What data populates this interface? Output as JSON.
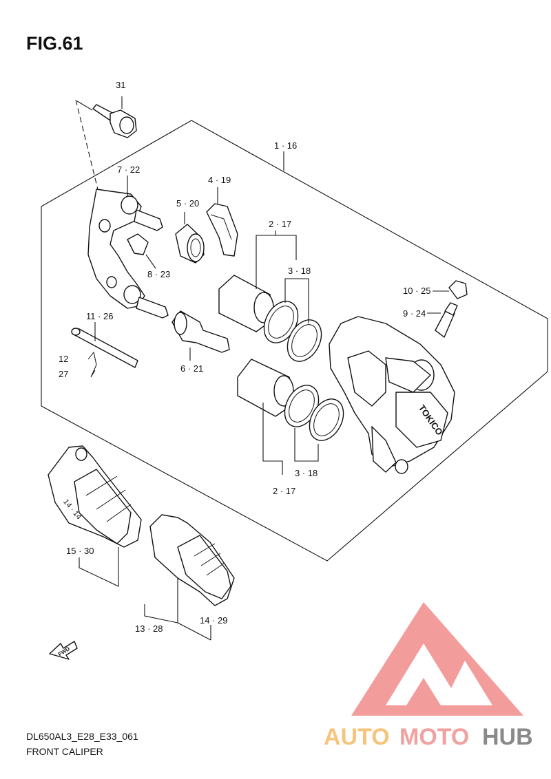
{
  "figure": {
    "title": "FIG.61",
    "model_code": "DL650AL3_E28_E33_061",
    "name": "FRONT CALIPER"
  },
  "callouts": {
    "c31": "31",
    "c1_16": "1 · 16",
    "c7_22": "7 · 22",
    "c4_19": "4 · 19",
    "c5_20": "5 · 20",
    "c2_17_top": "2 · 17",
    "c3_18_top": "3 · 18",
    "c8_23": "8 · 23",
    "c10_25": "10 · 25",
    "c9_24": "9 · 24",
    "c11_26": "11 · 26",
    "c12": "12",
    "c27": "27",
    "c6_21": "6 · 21",
    "c3_18_bot": "3 · 18",
    "c2_17_bot": "2 · 17",
    "c14_14": "14 · 14",
    "c15_30": "15 · 30",
    "c14_29": "14 · 29",
    "c13_28": "13 · 28"
  },
  "markings": {
    "caliper_brand": "TOKICO",
    "fwd_arrow": "FWD"
  },
  "watermark": {
    "text_auto": "AUTO",
    "text_moto": "MOTO",
    "text_hub": "HUB",
    "color_auto": "#f6c47a",
    "color_moto": "#f2a0a0",
    "color_hub": "#8a8a8a",
    "logo_color": "#f28b8b"
  }
}
